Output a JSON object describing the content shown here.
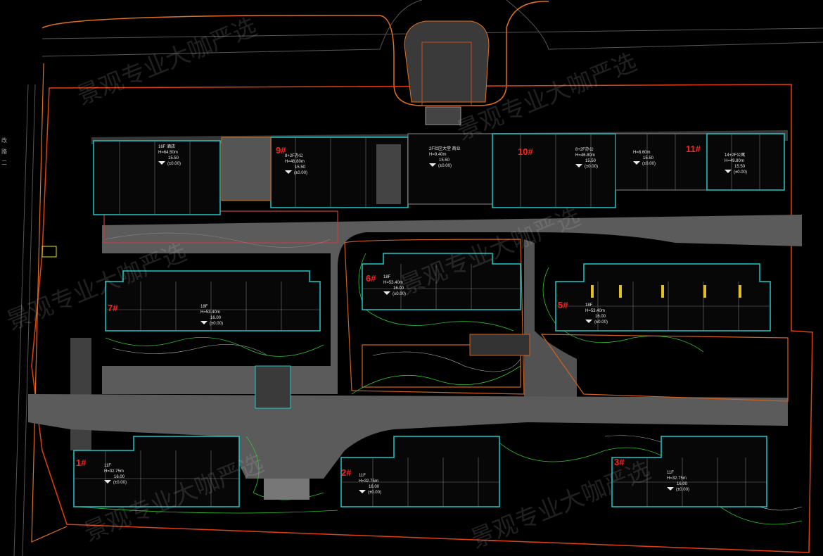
{
  "drawing": {
    "type": "site plan",
    "colors": {
      "background": "#000000",
      "boundary": "#e05010",
      "building_outline": "#20c8c8",
      "road": "#5a5a5a",
      "paving": "#c06020",
      "landscape": "#30d030",
      "label": "#ff2020"
    }
  },
  "buildings": [
    {
      "id": "b16",
      "no": "",
      "floors": "16F 酒店",
      "height": "H=64.50m",
      "level": "15.50",
      "datum": "(±0.00)"
    },
    {
      "id": "b9",
      "no": "9#",
      "floors": "8+2F办公",
      "height": "H=46.80m",
      "level": "15.50",
      "datum": "(±0.00)"
    },
    {
      "id": "bclub",
      "no": "",
      "floors": "2F社区大堂 商业",
      "height": "H=9.40m",
      "level": "15.50",
      "datum": "(±0.00)"
    },
    {
      "id": "b10",
      "no": "10#",
      "floors": "8+2F办公",
      "height": "H=46.80m",
      "level": "15.50",
      "datum": "(±0.00)"
    },
    {
      "id": "bmid",
      "no": "",
      "floors": "",
      "height": "H=8.60m",
      "level": "15.50",
      "datum": "(±0.00)"
    },
    {
      "id": "b11",
      "no": "11#",
      "floors": "14+2F公寓",
      "height": "H=49.80m",
      "level": "15.50",
      "datum": "(±0.00)"
    },
    {
      "id": "b7",
      "no": "7#",
      "floors": "18F",
      "height": "H=53.40m",
      "level": "16.00",
      "datum": "(±0.00)"
    },
    {
      "id": "b6",
      "no": "6#",
      "floors": "18F",
      "height": "H=53.40m",
      "level": "16.00",
      "datum": "(±0.00)"
    },
    {
      "id": "b5",
      "no": "5#",
      "floors": "18F",
      "height": "H=53.40m",
      "level": "16.00",
      "datum": "(±0.00)"
    },
    {
      "id": "b1",
      "no": "1#",
      "floors": "11F",
      "height": "H=32.75m",
      "level": "16.00",
      "datum": "(±0.00)"
    },
    {
      "id": "b2",
      "no": "2#",
      "floors": "11F",
      "height": "H=32.75m",
      "level": "16.00",
      "datum": "(±0.00)"
    },
    {
      "id": "b3",
      "no": "3#",
      "floors": "11F",
      "height": "H=32.75m",
      "level": "16.00",
      "datum": "(±0.00)"
    }
  ],
  "watermark": "景观专业大咖严选",
  "side_note": [
    "改",
    "路",
    "二"
  ]
}
